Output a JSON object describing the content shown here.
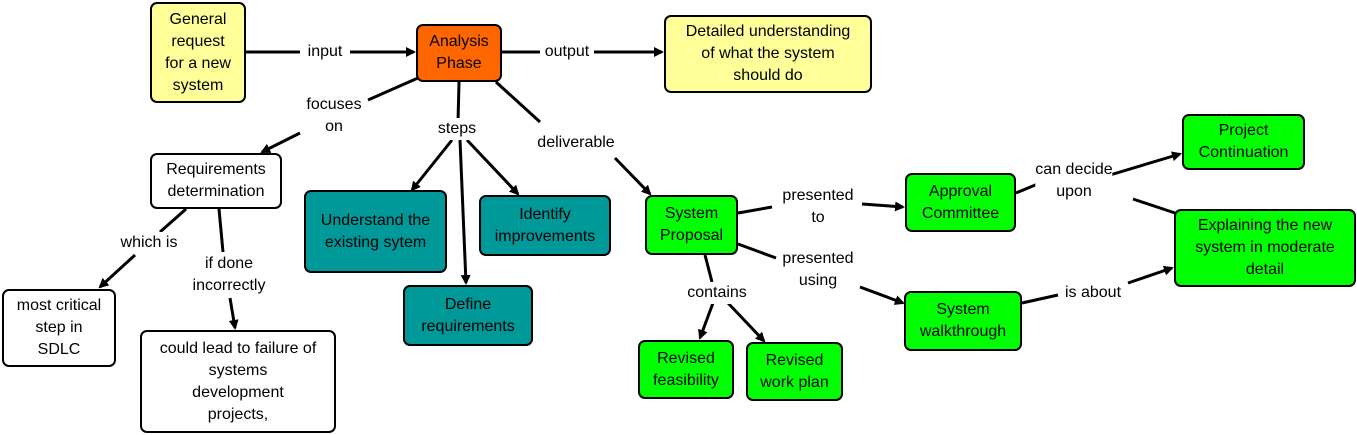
{
  "nodes": {
    "general_request": "General\nrequest\nfor a new\nsystem",
    "analysis_phase": "Analysis\nPhase",
    "detailed_understanding": "Detailed understanding\nof what the system\nshould do",
    "requirements_determination": "Requirements\ndetermination",
    "understand_existing": "Understand the\nexisting sytem",
    "identify_improvements": "Identify\nimprovements",
    "define_requirements": "Define\nrequirements",
    "system_proposal": "System\nProposal",
    "approval_committee": "Approval\nCommittee",
    "project_continuation": "Project\nContinuation",
    "explaining_new_system": "Explaining the new\nsystem in moderate\ndetail",
    "system_walkthrough": "System\nwalkthrough",
    "revised_feasibility": "Revised\nfeasibility",
    "revised_work_plan": "Revised\nwork plan",
    "most_critical_step": "most critical\nstep in\nSDLC",
    "could_lead_failure": "could lead to failure of\nsystems\ndevelopment\nprojects,"
  },
  "links": {
    "input": "input",
    "output": "output",
    "focuses_on": "focuses\non",
    "steps": "steps",
    "deliverable": "deliverable",
    "which_is": "which is",
    "if_done_incorrectly": "if done\nincorrectly",
    "presented_to": "presented\nto",
    "presented_using": "presented\nusing",
    "can_decide_upon": "can decide\nupon",
    "is_about": "is about",
    "contains": "contains"
  },
  "colors": {
    "yellow": "#ffff99",
    "orange": "#ff6600",
    "teal": "#009999",
    "green": "#00ff00",
    "white": "#ffffff"
  }
}
